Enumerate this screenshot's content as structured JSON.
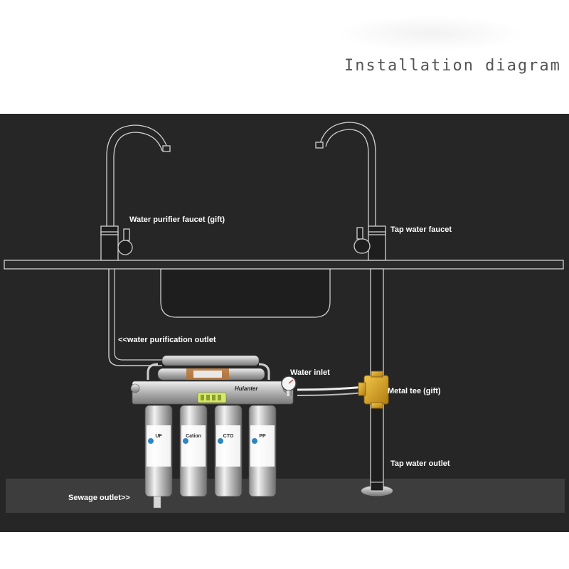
{
  "title": "Installation diagram",
  "labels": {
    "purifier_faucet": "Water purifier faucet (gift)",
    "tap_faucet": "Tap water faucet",
    "purification_outlet": "<<water purification outlet",
    "water_inlet": "Water inlet",
    "metal_tee": "Metal tee (gift)",
    "tap_outlet": "Tap water outlet",
    "sewage_outlet": "Sewage outlet>>"
  },
  "brand": "Hulanter",
  "filters": [
    "UF",
    "Cation",
    "CTO",
    "PP"
  ],
  "colors": {
    "background": "#262626",
    "counter": "#3a3a3a",
    "pipe": "#d9d9d9",
    "tee": "#d4a017",
    "label": "#ffffff"
  }
}
